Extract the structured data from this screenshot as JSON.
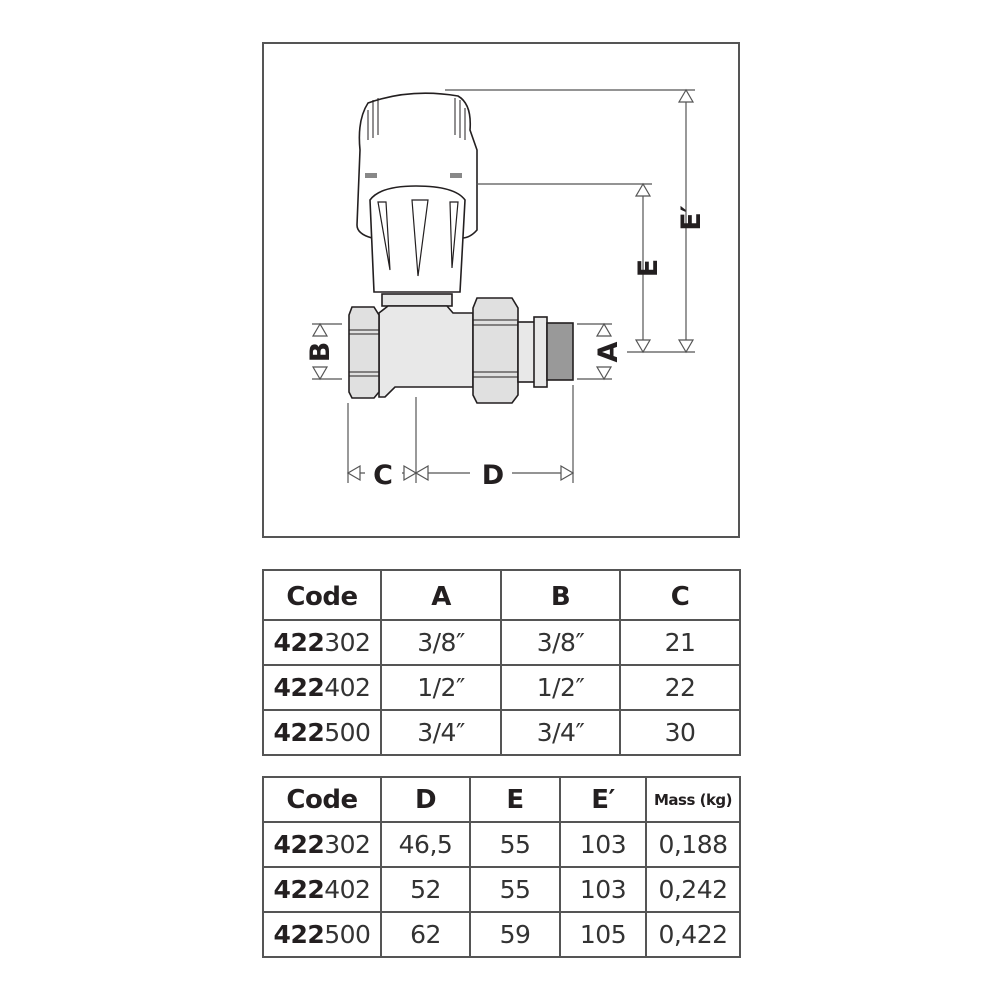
{
  "diagram": {
    "labels": {
      "A": "A",
      "B": "B",
      "C": "C",
      "D": "D",
      "E": "E",
      "E_prime": "E′"
    }
  },
  "table1": {
    "headers": [
      "Code",
      "A",
      "B",
      "C"
    ],
    "rows": [
      {
        "code_prefix": "422",
        "code_suffix": "302",
        "A": "3/8″",
        "B": "3/8″",
        "C": "21"
      },
      {
        "code_prefix": "422",
        "code_suffix": "402",
        "A": "1/2″",
        "B": "1/2″",
        "C": "22"
      },
      {
        "code_prefix": "422",
        "code_suffix": "500",
        "A": "3/4″",
        "B": "3/4″",
        "C": "30"
      }
    ]
  },
  "table2": {
    "headers": [
      "Code",
      "D",
      "E",
      "E′",
      "Mass (kg)"
    ],
    "rows": [
      {
        "code_prefix": "422",
        "code_suffix": "302",
        "D": "46,5",
        "E": "55",
        "E_prime": "103",
        "mass": "0,188"
      },
      {
        "code_prefix": "422",
        "code_suffix": "402",
        "D": "52",
        "E": "55",
        "E_prime": "103",
        "mass": "0,242"
      },
      {
        "code_prefix": "422",
        "code_suffix": "500",
        "D": "62",
        "E": "59",
        "E_prime": "105",
        "mass": "0,422"
      }
    ]
  }
}
